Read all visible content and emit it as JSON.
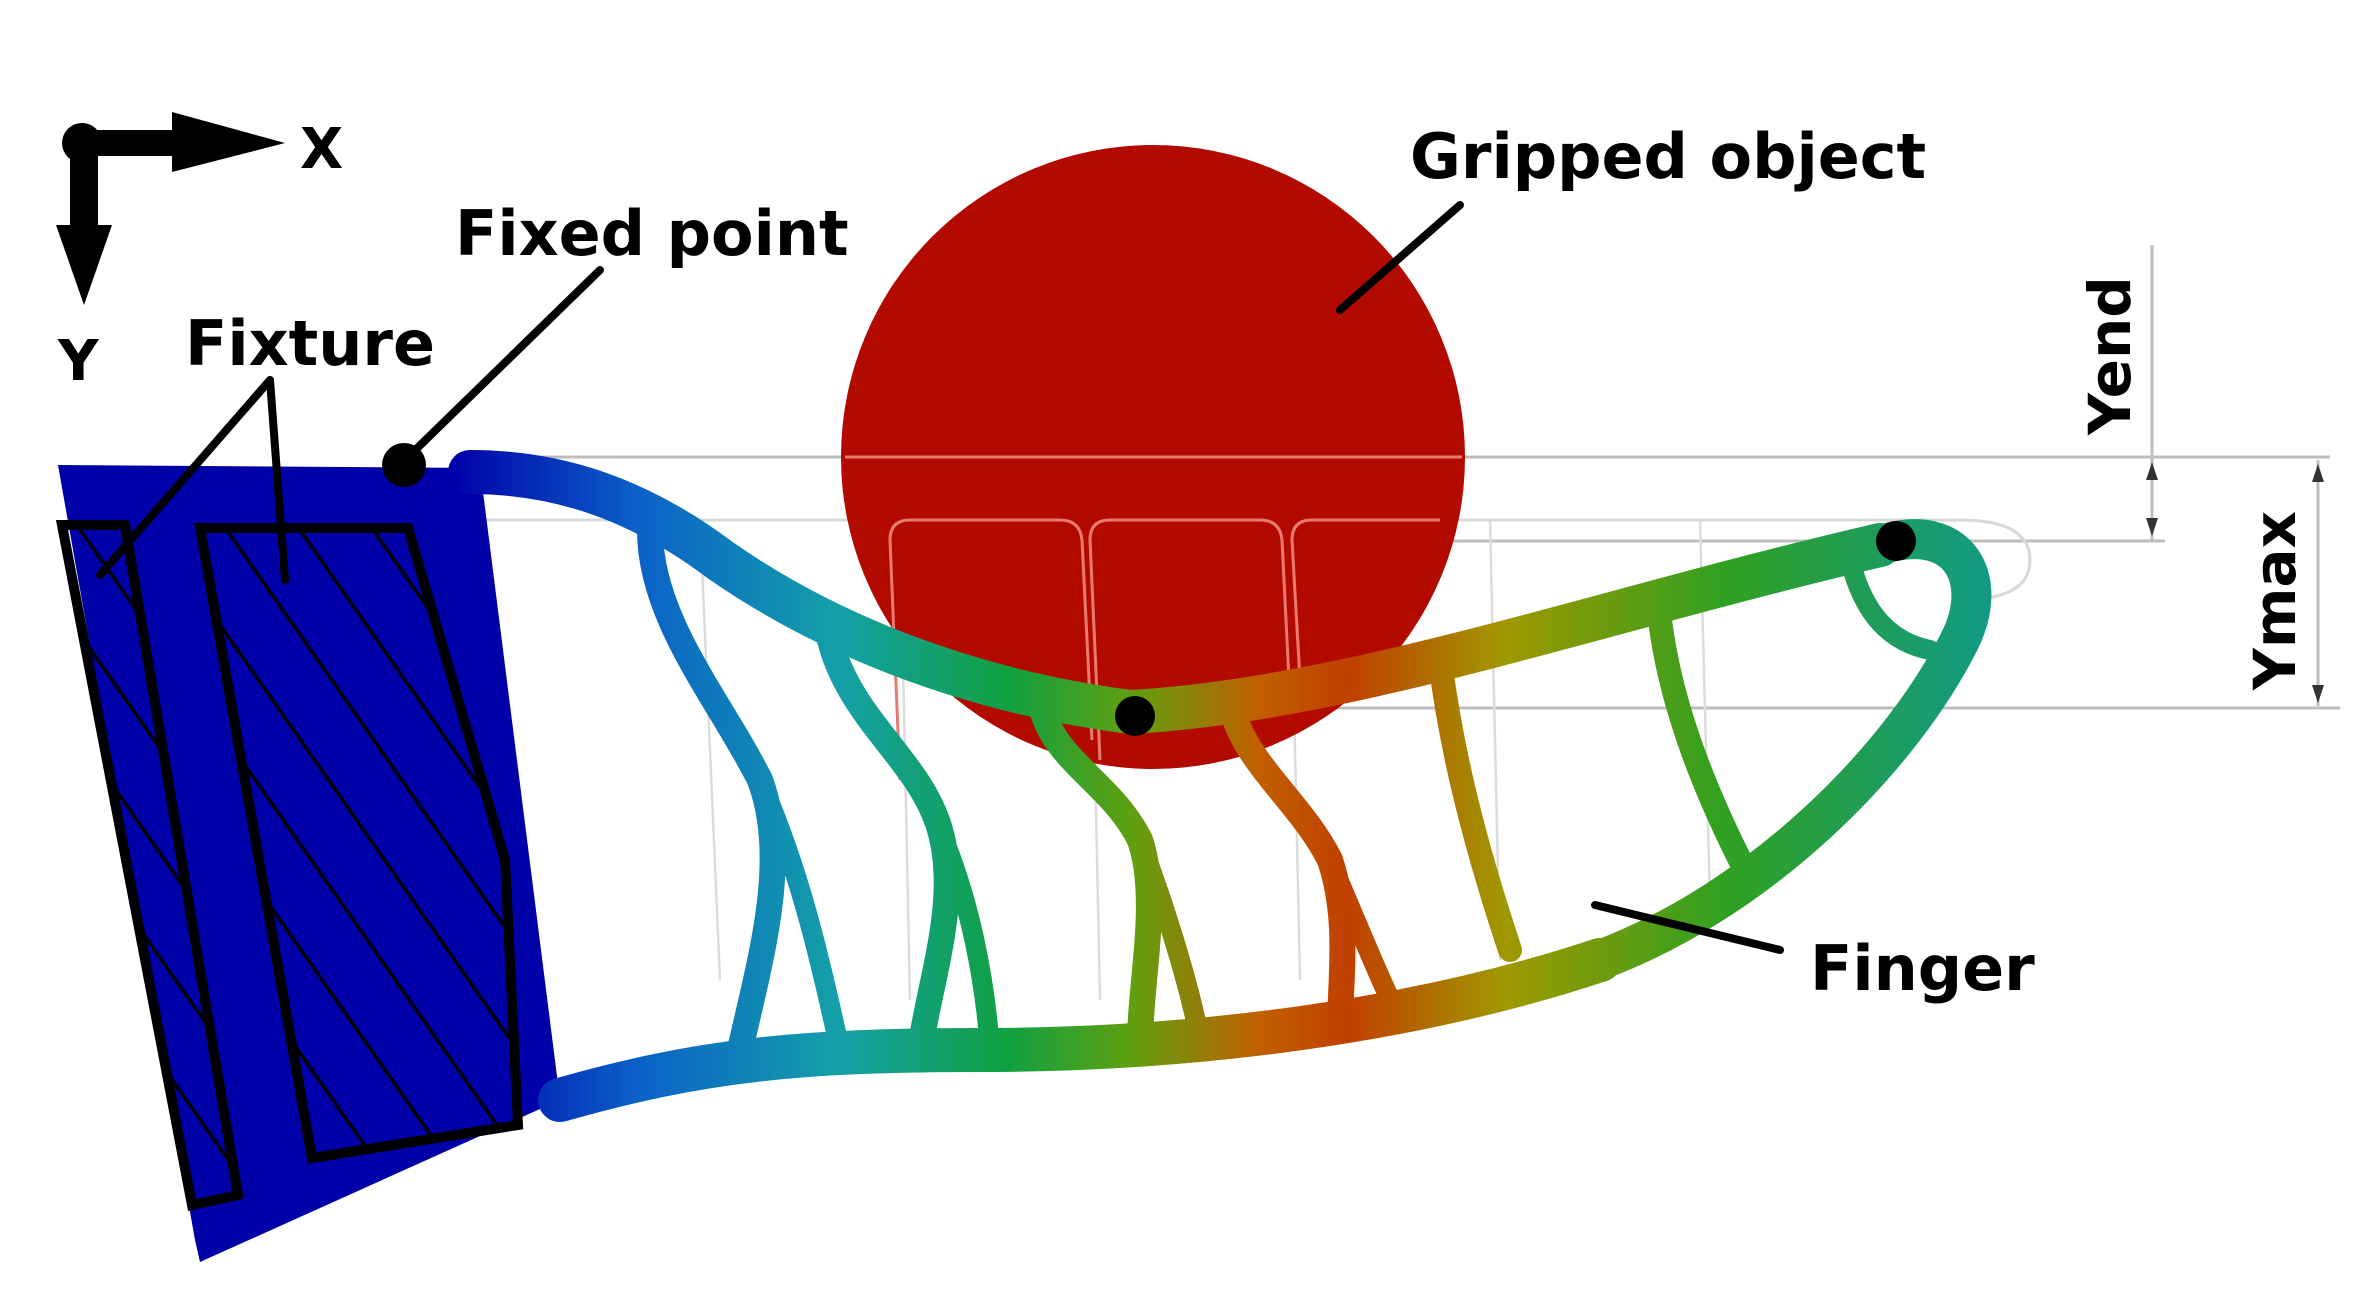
{
  "figure": {
    "labels": {
      "x_axis": "X",
      "y_axis": "Y",
      "fixture": "Fixture",
      "fixed_point": "Fixed point",
      "gripped_object": "Gripped object",
      "finger": "Finger",
      "yend": "Yend",
      "ymax": "Ymax"
    },
    "colors": {
      "fixture_frame": "#0000a8",
      "object": "#b30a00",
      "object_outline": "#e87a70",
      "hatch": "#000000",
      "reference_lines": "#b8b8b8",
      "gradient_stops": [
        "#0000a8",
        "#0a5fc8",
        "#14a0a0",
        "#10a040",
        "#30a010",
        "#98a000",
        "#c06000",
        "#d02a00"
      ]
    },
    "markers": [
      "fixed-point-dot",
      "contact-point-dot",
      "finger-tip-dot"
    ]
  }
}
